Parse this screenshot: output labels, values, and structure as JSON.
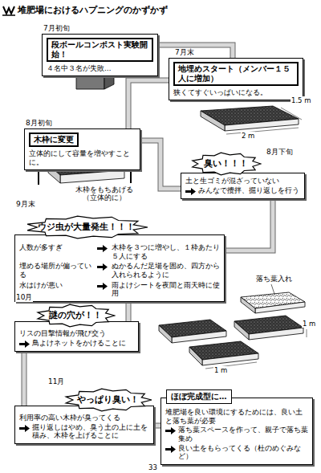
{
  "diagram": {
    "title": "堆肥場におけるハプニングのかずかず",
    "nodes": [
      {
        "text": [
          "7月初旬",
          "４名中３名が失敗…"
        ]
      },
      {
        "text": [
          "段ボールコンポスト実験開始！"
        ],
        "in": 0
      },
      {
        "text": [
          "7月末",
          "狭くてすぐいっぱいになる。"
        ]
      },
      {
        "text": [
          "地埋めスタート（メンバー１５人に増加）"
        ],
        "in": 2
      },
      {
        "text": [
          "8月初旬",
          "立体的にして容量を増やすことに。"
        ]
      },
      {
        "text": [
          "木枠に変更"
        ],
        "in": 4
      },
      {
        "text": [
          "8月下旬",
          "土と生ゴミが混ざっていない",
          "みんなで攪拌、掘り返しを行う"
        ]
      },
      {
        "text": [
          "臭い！！！"
        ],
        "in": 6
      },
      {
        "text": [
          "9月末",
          "人数が多すぎ",
          "木枠を３つに増やし、１枠あたり５人にする",
          "埋める場所が偏っている",
          "ぬかるんだ足場を固め、四方から入れられるように",
          "水はけが悪い",
          "雨よけシートを夜間と雨天時に使用"
        ]
      },
      {
        "text": [
          "ウジ虫が大量発生！！！"
        ],
        "in": 8
      },
      {
        "text": [
          "10月",
          "リスの目撃情報が飛び交う",
          "鳥よけネットをかけることに"
        ]
      },
      {
        "text": [
          "謎の穴が！！"
        ],
        "in": 10
      },
      {
        "text": [
          "11月",
          "利用率の高い木枠が臭ってくる",
          "掘り返しはやめ、臭う土の上に土を積み、木枠を上げることに"
        ]
      },
      {
        "text": [
          "やっぱり臭い！"
        ],
        "in": 12
      },
      {
        "text": [
          "堆肥場を良い環境にするためには、良い土と落ち葉が必要",
          "落ち葉スペースを作って、親子で落ち葉集め",
          "良い土をもらってくる（杜のめぐみなど）"
        ]
      },
      {
        "text": [
          "ほぼ完成型に…"
        ],
        "in": 14
      }
    ],
    "edges": [
      {
        "from": 0,
        "to": 2,
        "arrow": "none"
      },
      {
        "from": 2,
        "to": 4,
        "arrow": "none"
      },
      {
        "from": 4,
        "to": 6,
        "arrow": "none"
      },
      {
        "from": 6,
        "to": 8,
        "arrow": "none"
      },
      {
        "from": 8,
        "to": 10,
        "arrow": "none"
      },
      {
        "from": 10,
        "to": 12,
        "arrow": "none"
      },
      {
        "from": 12,
        "to": 14,
        "arrow": "none"
      }
    ],
    "labels": [
      "2 m",
      "1.5 m",
      "木枠をもちあげる（立体的に）",
      "落ち葉入れ",
      "1 m",
      "1 m",
      "33"
    ]
  }
}
